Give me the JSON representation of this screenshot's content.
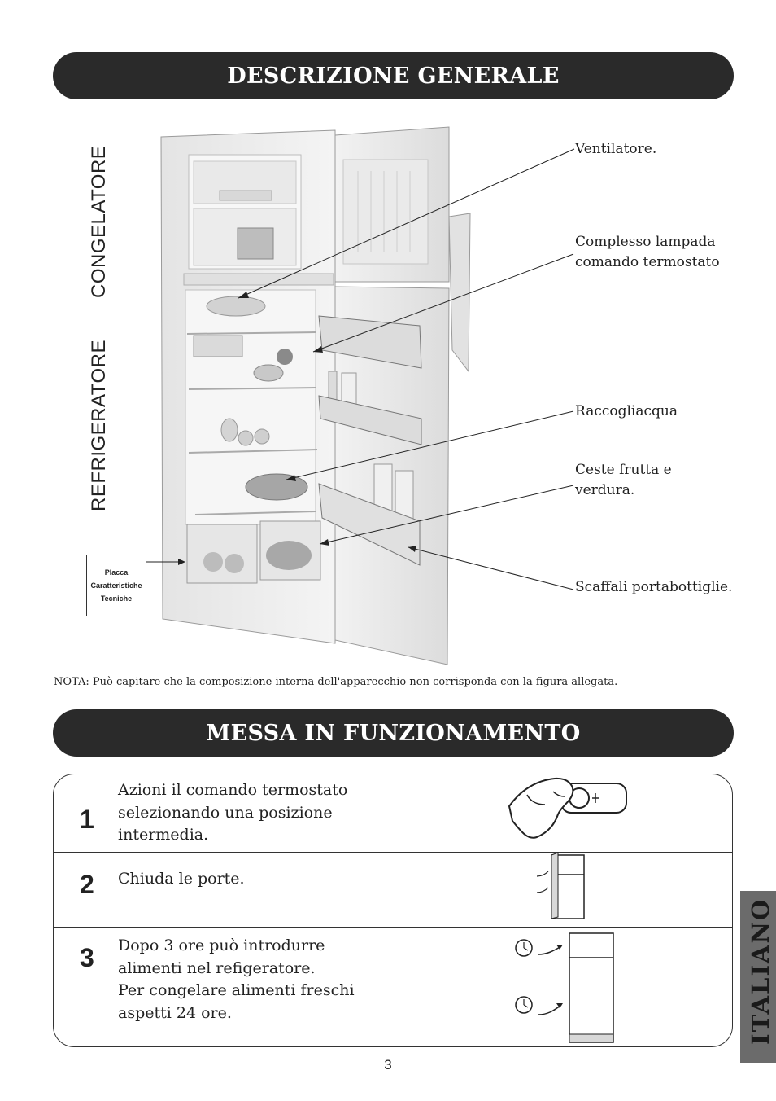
{
  "header": {
    "title": "DESCRIZIONE GENERALE"
  },
  "diagram": {
    "section_labels": {
      "freezer": "CONGELATORE",
      "fridge": "REFRIGERATORE"
    },
    "callouts": [
      {
        "text": "Ventilatore."
      },
      {
        "line1": "Complesso lampada",
        "line2": "comando termostato"
      },
      {
        "text": "Raccogliacqua"
      },
      {
        "line1": "Ceste frutta e",
        "line2": "verdura."
      },
      {
        "text": "Scaffali portabottiglie."
      }
    ],
    "plate": {
      "line1": "Placca",
      "line2": "Caratteristiche",
      "line3": "Tecniche"
    }
  },
  "note": "NOTA: Può capitare che la composizione interna dell'apparecchio non corrisponda con la figura allegata.",
  "section2": {
    "title": "MESSA IN FUNZIONAMENTO"
  },
  "steps": [
    {
      "number": "1",
      "line1": "Azioni il comando termostato",
      "line2": "selezionando una posizione",
      "line3": "intermedia.",
      "icon": "hand-thermostat-icon"
    },
    {
      "number": "2",
      "line1": "Chiuda le porte.",
      "icon": "fridge-doors-closing-icon"
    },
    {
      "number": "3",
      "line1": "Dopo 3 ore può introdurre",
      "line2": "alimenti nel refigeratore.",
      "line3": "Per congelare alimenti freschi",
      "line4": "aspetti 24 ore.",
      "icon": "clock-fridge-icon"
    }
  ],
  "side_tab": {
    "label": "ITALIANO",
    "color": "#6b6b6b"
  },
  "page_number": "3"
}
